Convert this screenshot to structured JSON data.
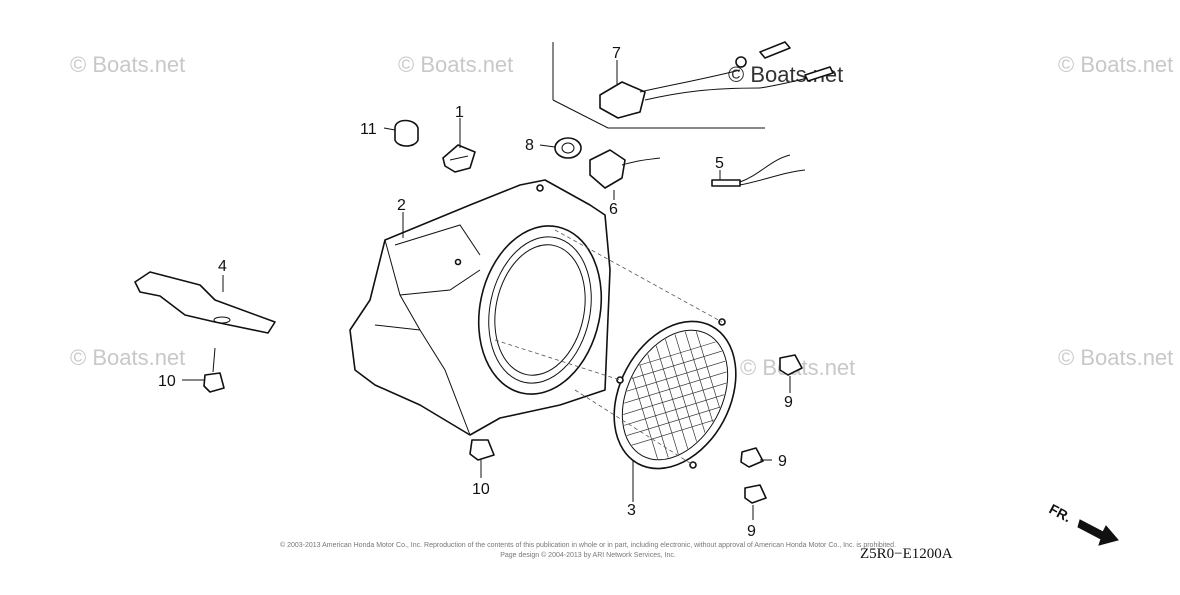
{
  "watermark": "© Boats.net",
  "callouts": [
    "1",
    "2",
    "3",
    "4",
    "5",
    "6",
    "7",
    "8",
    "9",
    "10",
    "11"
  ],
  "diagram_code": "Z5R0−E1200A",
  "direction_label": "FR.",
  "footer": {
    "line1": "© 2003-2013 American Honda Motor Co., Inc. Reproduction of the contents of this publication in whole or in part, including electronic, without approval of American Honda Motor Co., Inc. is prohibited.",
    "line2": "Page design © 2004-2013 by ARI Network Services, Inc."
  }
}
